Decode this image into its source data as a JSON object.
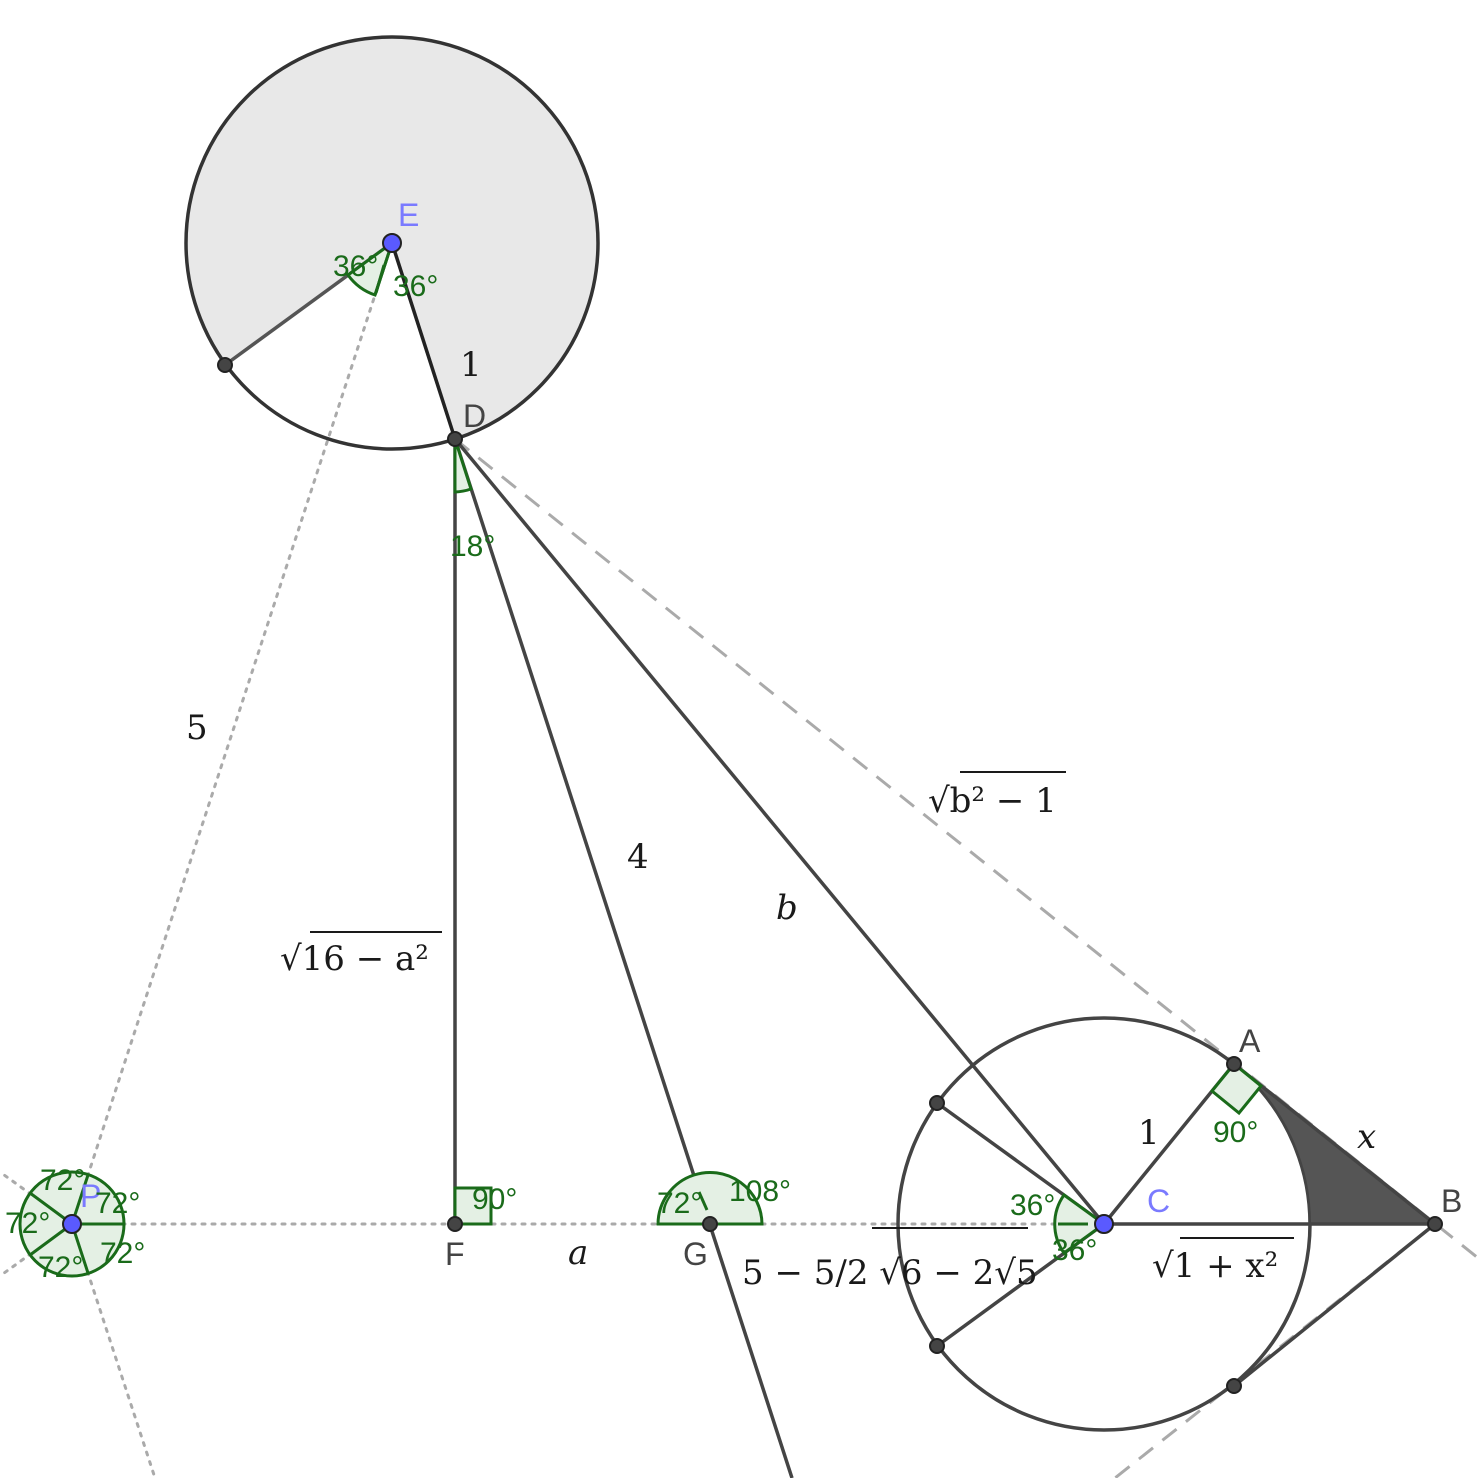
{
  "points": {
    "E": "E",
    "D": "D",
    "F": "F",
    "G": "G",
    "C": "C",
    "A": "A",
    "B": "B",
    "P": "P"
  },
  "angles": {
    "E_left": "36°",
    "E_right": "36°",
    "D_bottom": "18°",
    "F_right": "90°",
    "G_left": "72°",
    "G_right": "108°",
    "C_top": "36°",
    "C_bottom": "36°",
    "A_right": "90°",
    "P_1": "72°",
    "P_2": "72°",
    "P_3": "72°",
    "P_4": "72°",
    "P_5": "72°"
  },
  "segment_labels": {
    "ED": "1",
    "PE": "5",
    "DG": "4",
    "DC": "b",
    "DA": "√b² − 1",
    "DF": "√16 − a²",
    "FG": "a",
    "GC": "5 − 5/2 √6 − 2√5",
    "CA": "1",
    "AB": "x",
    "CB": "√1 + x²"
  },
  "colors": {
    "free_point": "#5a5aff",
    "dep_point": "#444444",
    "angle": "#1a6b1a",
    "angle_fill": "#e4f0e4",
    "line": "#444444",
    "aux_line": "#aaaaaa",
    "circle_fill": "#e8e8e8",
    "shade": "#555555"
  }
}
